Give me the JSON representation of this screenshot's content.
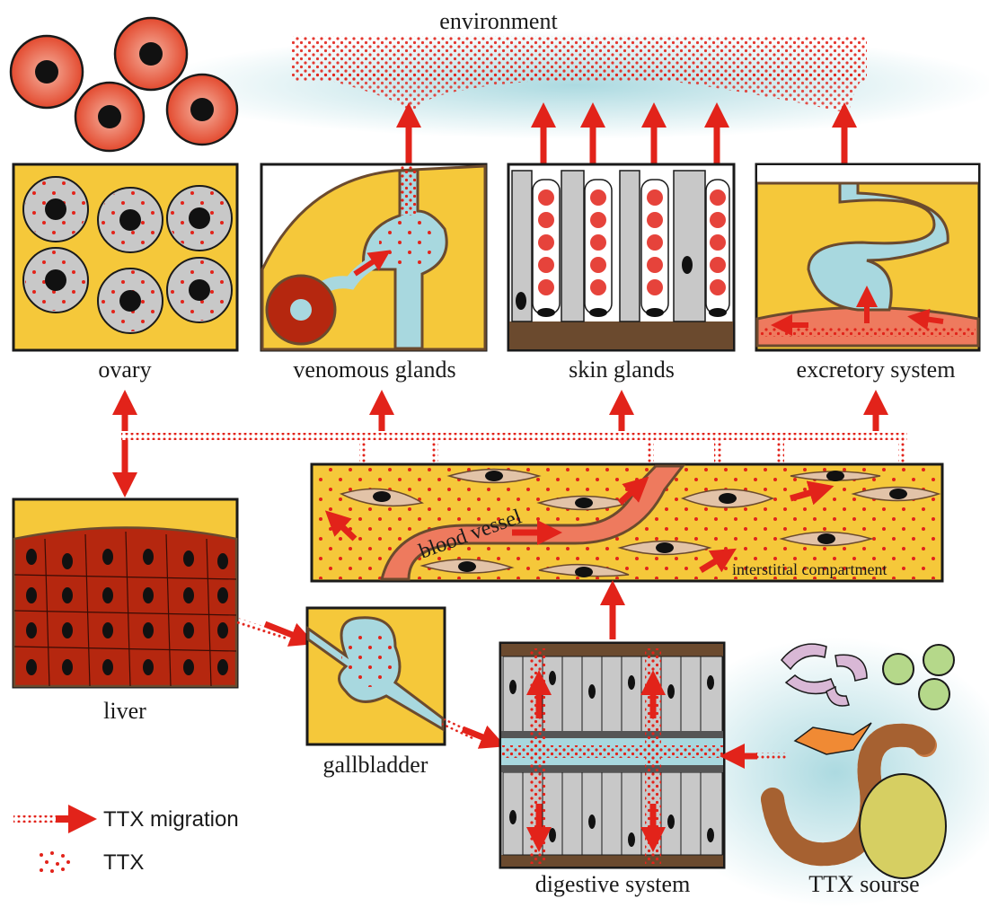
{
  "labels": {
    "environment": "environment",
    "ovary": "ovary",
    "venomous_glands": "venomous glands",
    "skin_glands": "skin glands",
    "excretory_system": "excretory system",
    "liver": "liver",
    "gallbladder": "gallbladder",
    "digestive_system": "digestive system",
    "blood_vessel": "blood vessel",
    "interstitial_compartment": "interstitial compartment",
    "ttx_source": "TTX sourse"
  },
  "legend": {
    "migration": "TTX migration",
    "ttx": "TTX"
  },
  "colors": {
    "ttx_red": "#e2231a",
    "tissue_yellow": "#f5c83a",
    "fluid_blue": "#a8d8df",
    "cell_grey": "#c8c8c8",
    "liver_red": "#b5270f",
    "blood_pink": "#ee7a5e",
    "connective_beige": "#e2c3a8",
    "basement_brown": "#6b4a2e"
  }
}
